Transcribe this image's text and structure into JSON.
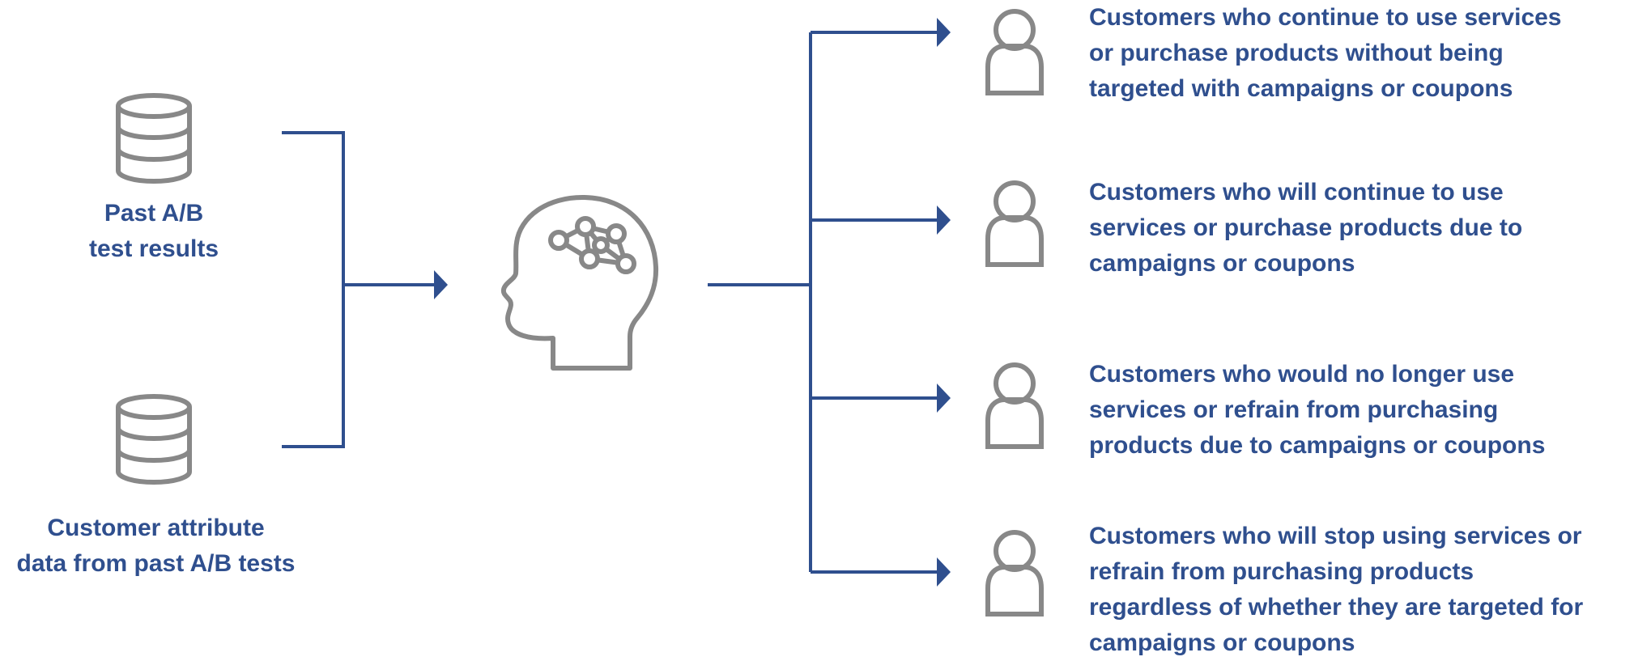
{
  "inputs": [
    {
      "lines": [
        "Past A/B",
        "test results"
      ],
      "icon": "database-icon"
    },
    {
      "lines": [
        "Customer attribute",
        "data from past A/B tests"
      ],
      "icon": "database-icon"
    }
  ],
  "model": {
    "icon": "ai-brain-head-icon"
  },
  "outputs": [
    {
      "lines": [
        "Customers who continue to use services",
        "or purchase products without being",
        "targeted with campaigns or coupons"
      ],
      "icon": "person-icon"
    },
    {
      "lines": [
        "Customers who will continue to use",
        "services or purchase products due to",
        "campaigns or coupons"
      ],
      "icon": "person-icon"
    },
    {
      "lines": [
        "Customers who would no longer use",
        "services or refrain from purchasing",
        "products due to campaigns or coupons"
      ],
      "icon": "person-icon"
    },
    {
      "lines": [
        "Customers who will stop using services or",
        "refrain from purchasing products",
        "regardless of whether they are targeted for",
        "campaigns or coupons"
      ],
      "icon": "person-icon"
    }
  ],
  "colors": {
    "text": "#2f4f8e",
    "connector": "#2f4f8e",
    "icon": "#888888"
  }
}
